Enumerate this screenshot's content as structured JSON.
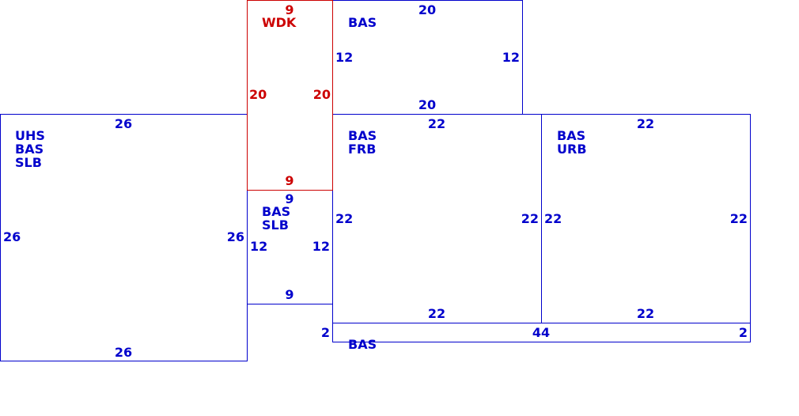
{
  "colors": {
    "blue": "#0000cc",
    "red": "#cc0000",
    "background": "#ffffff"
  },
  "rooms": {
    "wdk": {
      "label": "WDK",
      "dim_top": "9",
      "dim_left": "20",
      "dim_right": "20",
      "dim_bottom": "9"
    },
    "bas_top": {
      "label": "BAS",
      "dim_top": "20",
      "dim_left": "12",
      "dim_right": "12",
      "dim_bottom": "20"
    },
    "uhs": {
      "label_1": "UHS",
      "label_2": "BAS",
      "label_3": "SLB",
      "dim_top": "26",
      "dim_left": "26",
      "dim_right": "26",
      "dim_bottom": "26"
    },
    "bas_slb": {
      "label_1": "BAS",
      "label_2": "SLB",
      "dim_top": "9",
      "dim_left": "12",
      "dim_right": "12",
      "dim_bottom": "9"
    },
    "bas_frb": {
      "label_1": "BAS",
      "label_2": "FRB",
      "dim_top": "22",
      "dim_left": "22",
      "dim_right": "22",
      "dim_bottom": "22"
    },
    "bas_urb": {
      "label_1": "BAS",
      "label_2": "URB",
      "dim_top": "22",
      "dim_left": "22",
      "dim_right": "22",
      "dim_bottom": "22"
    },
    "bas_strip": {
      "label": "BAS",
      "dim_top": "44",
      "dim_left": "2",
      "dim_right": "2"
    }
  }
}
